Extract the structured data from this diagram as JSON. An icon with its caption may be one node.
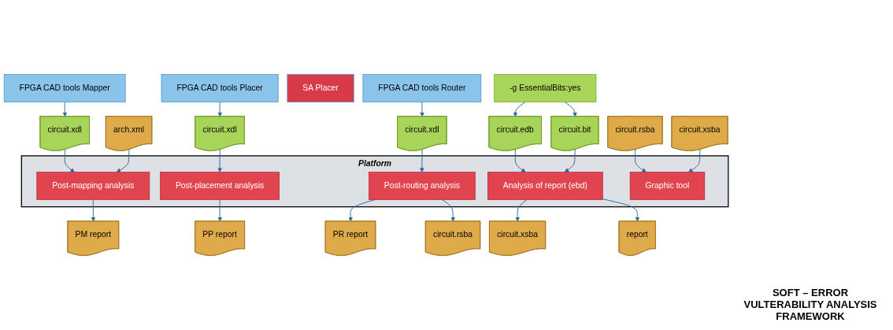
{
  "diagram": {
    "nodes": [
      {
        "text": [
          "FPGA CAD tools Mapper"
        ]
      },
      {
        "text": [
          "FPGA CAD tools Placer"
        ]
      },
      {
        "text": [
          "SA Placer"
        ]
      },
      {
        "text": [
          "FPGA CAD tools Router"
        ]
      },
      {
        "text": [
          "-g EssentialBits:yes"
        ]
      },
      {
        "text": [
          "circuit.xdl"
        ]
      },
      {
        "text": [
          "arch.xml"
        ]
      },
      {
        "text": [
          "circuit.xdl"
        ]
      },
      {
        "text": [
          "circuit.xdl"
        ]
      },
      {
        "text": [
          "circuit.edb"
        ]
      },
      {
        "text": [
          "circuit.bit"
        ]
      },
      {
        "text": [
          "circuit.rsba"
        ]
      },
      {
        "text": [
          "circuit.xsba"
        ]
      },
      {
        "text": [
          "Platform"
        ]
      },
      {
        "text": [
          "Post-mapping analysis"
        ],
        "in": 13
      },
      {
        "text": [
          "Post-placement analysis"
        ],
        "in": 13
      },
      {
        "text": [
          "Post-routing analysis"
        ],
        "in": 13
      },
      {
        "text": [
          "Analysis of report (ebd)"
        ],
        "in": 13
      },
      {
        "text": [
          "Graphic tool"
        ],
        "in": 13
      },
      {
        "text": [
          "PM report"
        ]
      },
      {
        "text": [
          "PP report"
        ]
      },
      {
        "text": [
          "PR report"
        ]
      },
      {
        "text": [
          "circuit.rsba"
        ]
      },
      {
        "text": [
          "circuit.xsba"
        ]
      },
      {
        "text": [
          "report"
        ]
      }
    ],
    "edges": [
      {
        "from": 0,
        "to": 5,
        "arrow": "to"
      },
      {
        "from": 1,
        "to": 7,
        "arrow": "to"
      },
      {
        "from": 3,
        "to": 8,
        "arrow": "to"
      },
      {
        "from": 4,
        "to": 9,
        "arrow": "to"
      },
      {
        "from": 4,
        "to": 10,
        "arrow": "to"
      },
      {
        "from": 5,
        "to": 14,
        "arrow": "to"
      },
      {
        "from": 6,
        "to": 14,
        "arrow": "to"
      },
      {
        "from": 7,
        "to": 15,
        "arrow": "to"
      },
      {
        "from": 8,
        "to": 16,
        "arrow": "to"
      },
      {
        "from": 9,
        "to": 17,
        "arrow": "to"
      },
      {
        "from": 10,
        "to": 17,
        "arrow": "to"
      },
      {
        "from": 11,
        "to": 18,
        "arrow": "to"
      },
      {
        "from": 12,
        "to": 18,
        "arrow": "to"
      },
      {
        "from": 14,
        "to": 19,
        "arrow": "to"
      },
      {
        "from": 15,
        "to": 20,
        "arrow": "to"
      },
      {
        "from": 16,
        "to": 21,
        "arrow": "to"
      },
      {
        "from": 16,
        "to": 22,
        "arrow": "to"
      },
      {
        "from": 17,
        "to": 23,
        "arrow": "to"
      },
      {
        "from": 17,
        "to": 24,
        "arrow": "to"
      }
    ],
    "labels": [
      "SOFT – ERROR VULTERABILITY ANALYSIS FRAMEWORK"
    ]
  }
}
